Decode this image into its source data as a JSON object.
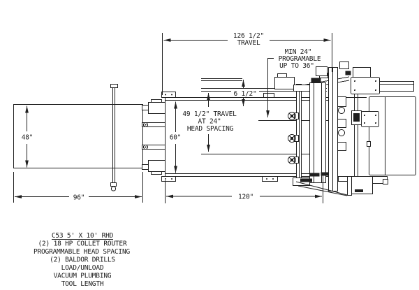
{
  "page": {
    "background": "#ffffff",
    "line_color": "#1f1f1f"
  },
  "dimensions": {
    "x_travel": {
      "value": "126 1/2\"",
      "label": "TRAVEL"
    },
    "head_range": {
      "line1": "MIN 24\"",
      "line2": "PROGRAMABLE",
      "line3": "UP TO 36\""
    },
    "offset": {
      "value": "6 1/2\""
    },
    "y_travel": {
      "line1": "49 1/2\" TRAVEL",
      "line2": "AT 24\"",
      "line3": "HEAD SPACING"
    },
    "table_depth": {
      "value": "48\""
    },
    "table_length": {
      "value": "96\""
    },
    "machine_depth": {
      "value": "60\""
    },
    "machine_length": {
      "value": "120\""
    }
  },
  "spec_block": {
    "title": "C53 5' X 10' RHD",
    "lines": [
      "(2) 18 HP COLLET ROUTER",
      "PROGRAMMABLE HEAD SPACING",
      "(2) BALDOR DRILLS",
      "LOAD/UNLOAD",
      "VACUUM PLUMBING",
      "TOOL LENGTH"
    ]
  }
}
